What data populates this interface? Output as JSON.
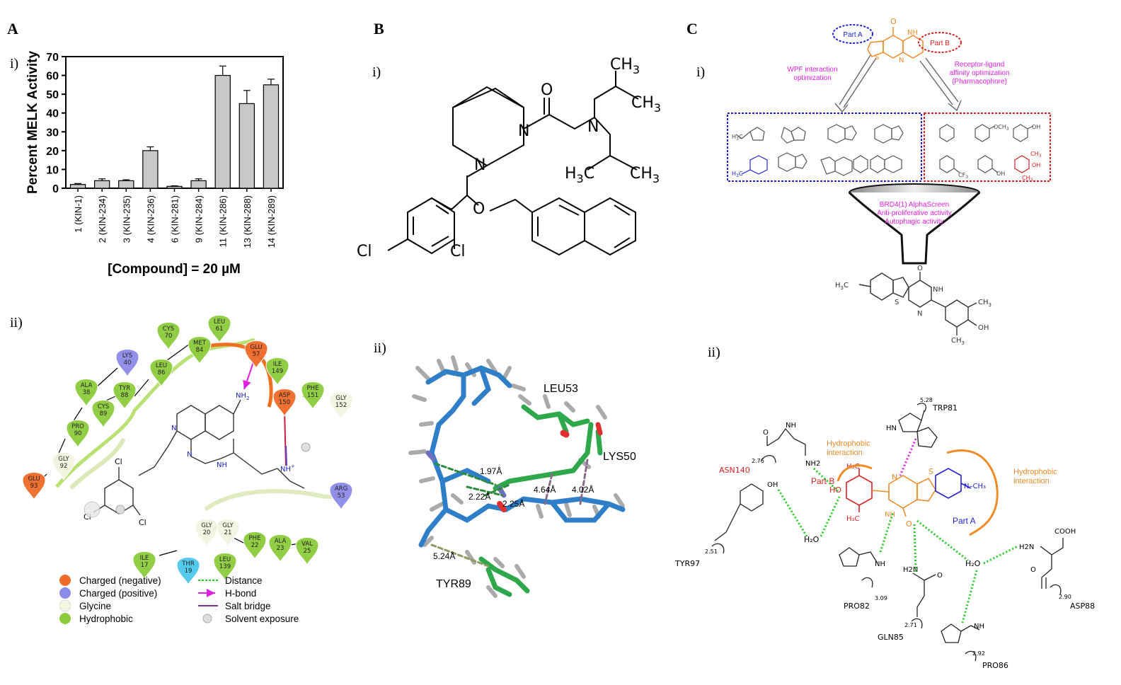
{
  "panels": {
    "A": {
      "letter": "A",
      "i": "i)",
      "ii": "ii)"
    },
    "B": {
      "letter": "B",
      "i": "i)",
      "ii": "ii)"
    },
    "C": {
      "letter": "C",
      "i": "i)",
      "ii": "ii)"
    }
  },
  "chart_data": {
    "type": "bar",
    "ylabel": "Percent MELK Activity",
    "xlabel": "[Compound] = 20 µM",
    "ylim": [
      0,
      70
    ],
    "yticks": [
      0,
      10,
      20,
      30,
      40,
      50,
      60,
      70
    ],
    "categories": [
      "1 (KIN-1)",
      "2 (KIN-234)",
      "3 (KIN-235)",
      "4 (KIN-236)",
      "6 (KIN-281)",
      "9 (KIN-284)",
      "11 (KIN-286)",
      "13 (KIN-288)",
      "14 (KIN-289)"
    ],
    "values": [
      2,
      4,
      4,
      20,
      1,
      4,
      60,
      45,
      55
    ],
    "errors": [
      0.5,
      1,
      0.5,
      2,
      0.3,
      1,
      5,
      7,
      3
    ],
    "bar_color": "#c8c8c8"
  },
  "residues_A": [
    {
      "name": "CYS",
      "num": "70",
      "kind": "hydrophobic"
    },
    {
      "name": "LEU",
      "num": "61",
      "kind": "hydrophobic"
    },
    {
      "name": "MET",
      "num": "84",
      "kind": "hydrophobic"
    },
    {
      "name": "GLU",
      "num": "57",
      "kind": "negative"
    },
    {
      "name": "LYS",
      "num": "40",
      "kind": "positive"
    },
    {
      "name": "LEU",
      "num": "86",
      "kind": "hydrophobic"
    },
    {
      "name": "ILE",
      "num": "149",
      "kind": "hydrophobic"
    },
    {
      "name": "ALA",
      "num": "38",
      "kind": "hydrophobic"
    },
    {
      "name": "TYR",
      "num": "88",
      "kind": "hydrophobic"
    },
    {
      "name": "ASP",
      "num": "150",
      "kind": "negative"
    },
    {
      "name": "PHE",
      "num": "151",
      "kind": "hydrophobic"
    },
    {
      "name": "GLY",
      "num": "152",
      "kind": "glycine"
    },
    {
      "name": "CYS",
      "num": "89",
      "kind": "hydrophobic"
    },
    {
      "name": "PRO",
      "num": "90",
      "kind": "hydrophobic"
    },
    {
      "name": "GLY",
      "num": "92",
      "kind": "glycine"
    },
    {
      "name": "GLU",
      "num": "93",
      "kind": "negative"
    },
    {
      "name": "ARG",
      "num": "53",
      "kind": "positive"
    },
    {
      "name": "GLY",
      "num": "21",
      "kind": "glycine"
    },
    {
      "name": "GLY",
      "num": "20",
      "kind": "glycine"
    },
    {
      "name": "PHE",
      "num": "22",
      "kind": "hydrophobic"
    },
    {
      "name": "ALA",
      "num": "23",
      "kind": "hydrophobic"
    },
    {
      "name": "VAL",
      "num": "25",
      "kind": "hydrophobic"
    },
    {
      "name": "LEU",
      "num": "139",
      "kind": "hydrophobic"
    },
    {
      "name": "THR",
      "num": "19",
      "kind": "polar"
    },
    {
      "name": "ILE",
      "num": "17",
      "kind": "hydrophobic"
    }
  ],
  "ligand_A": {
    "nh2": "NH",
    "nh2_sub": "2",
    "cl1": "Cl",
    "cl2": "Cl",
    "cl3": "Cl",
    "n1": "N",
    "n2": "N",
    "nh": "NH",
    "nhplus": "NH",
    "plus": "+"
  },
  "legend_A": {
    "negative": "Charged (negative)",
    "positive": "Charged (positive)",
    "glycine": "Glycine",
    "hydrophobic": "Hydrophobic",
    "distance": "Distance",
    "hbond": "H-bond",
    "salt": "Salt bridge",
    "solvent": "Solvent exposure"
  },
  "colors": {
    "negative": "#f06a2a",
    "positive": "#8c8ce8",
    "glycine": "#f2f5e0",
    "hydrophobic": "#8ccc3c",
    "polar": "#4cc8ec",
    "stick_blue": "#2f7fc8",
    "stick_green": "#2ea84a",
    "part_a": "#2222dd",
    "part_b": "#dd2222",
    "orange": "#f08c28",
    "magenta": "#e020e0",
    "hbond_green": "#22cc22"
  },
  "molecule_B": {
    "ch3a": "CH",
    "ch3a_sub": "3",
    "ch3b": "CH",
    "ch3b_sub": "3",
    "h3c": "H",
    "h3c_sub": "3",
    "h3c_tail": "C",
    "ch3c": "CH",
    "ch3c_sub": "3",
    "o": "O",
    "n1": "N",
    "n2": "N",
    "n3": "N",
    "o2": "O",
    "cl1": "Cl",
    "cl2": "Cl"
  },
  "docking_B": {
    "leu": "LEU53",
    "lys": "LYS50",
    "tyr": "TYR89",
    "d1": "1.97Å",
    "d2": "2.22Å",
    "d3": "2.25Å",
    "d4": "4.64Å",
    "d5": "4.02Å",
    "d6": "5.24Å"
  },
  "scheme_C": {
    "part_a": "Part A",
    "part_b": "Part B",
    "wpf": "WPF interaction\noptimization",
    "receptor": "Receptor-ligand\naffinity optimization\n(Pharmacophore)",
    "funnel": "BRD4(1) AlphaScreen\nAnti-proliferative activity\nAutophagic activity",
    "o": "O",
    "nh": "NH",
    "s": "S",
    "n": "N",
    "och3": "OCH",
    "och3_sub": "3",
    "oh": "OH",
    "cf3": "CF",
    "cf3_sub": "3",
    "ch3": "CH",
    "ch3_sub": "3",
    "h3c": "H",
    "h3c_sub": "3",
    "h3c_tail": "C"
  },
  "interaction_C": {
    "trp": "TRP81",
    "trp_d": "5.28",
    "asn": "ASN140",
    "asn_d": "2.76",
    "tyr": "TYR97",
    "tyr_d": "2.51",
    "pro82": "PRO82",
    "pro82_d": "3.09",
    "gln": "GLN85",
    "gln_d": "2.71",
    "pro86": "PRO86",
    "pro86_d": "2.92",
    "asp": "ASP88",
    "asp_d": "2.90",
    "hydro1": "Hydrophobic\ninteraction",
    "hydro2": "Hydrophobic\ninteraction",
    "part_a": "Part A",
    "part_b": "Part B",
    "h2o": "H2O",
    "oh": "OH",
    "nh": "NH",
    "nh2": "NH2",
    "cooh": "COOH",
    "h2n": "H2N",
    "hn": "HN",
    "o": "O",
    "n": "N",
    "s": "S",
    "ho": "HO"
  }
}
